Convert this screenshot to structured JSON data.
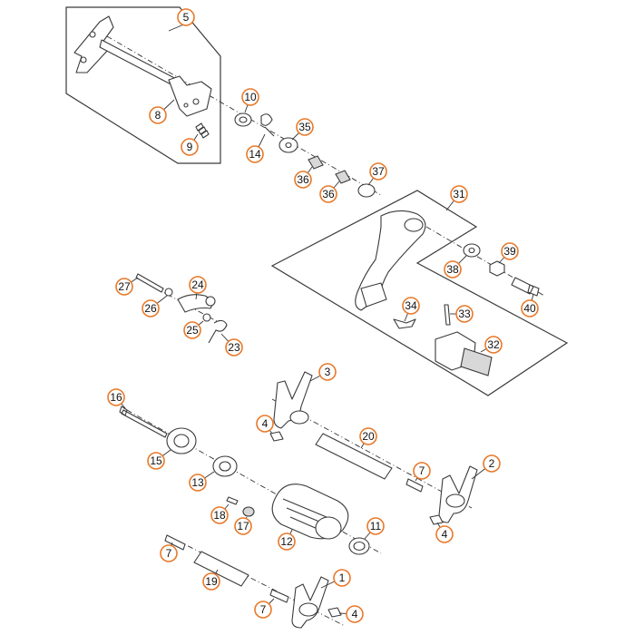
{
  "callouts": [
    {
      "id": "c1",
      "text": "1"
    },
    {
      "id": "c2",
      "text": "2"
    },
    {
      "id": "c3",
      "text": "3"
    },
    {
      "id": "c4a",
      "text": "4"
    },
    {
      "id": "c4b",
      "text": "4"
    },
    {
      "id": "c4c",
      "text": "4"
    },
    {
      "id": "c5",
      "text": "5"
    },
    {
      "id": "c7a",
      "text": "7"
    },
    {
      "id": "c7b",
      "text": "7"
    },
    {
      "id": "c7c",
      "text": "7"
    },
    {
      "id": "c8",
      "text": "8"
    },
    {
      "id": "c9",
      "text": "9"
    },
    {
      "id": "c10",
      "text": "10"
    },
    {
      "id": "c11",
      "text": "11"
    },
    {
      "id": "c12",
      "text": "12"
    },
    {
      "id": "c13",
      "text": "13"
    },
    {
      "id": "c14",
      "text": "14"
    },
    {
      "id": "c15",
      "text": "15"
    },
    {
      "id": "c16",
      "text": "16"
    },
    {
      "id": "c17",
      "text": "17"
    },
    {
      "id": "c18",
      "text": "18"
    },
    {
      "id": "c19",
      "text": "19"
    },
    {
      "id": "c20",
      "text": "20"
    },
    {
      "id": "c23",
      "text": "23"
    },
    {
      "id": "c24",
      "text": "24"
    },
    {
      "id": "c25",
      "text": "25"
    },
    {
      "id": "c26",
      "text": "26"
    },
    {
      "id": "c27",
      "text": "27"
    },
    {
      "id": "c31",
      "text": "31"
    },
    {
      "id": "c32",
      "text": "32"
    },
    {
      "id": "c33",
      "text": "33"
    },
    {
      "id": "c34",
      "text": "34"
    },
    {
      "id": "c35",
      "text": "35"
    },
    {
      "id": "c36a",
      "text": "36"
    },
    {
      "id": "c36b",
      "text": "36"
    },
    {
      "id": "c37",
      "text": "37"
    },
    {
      "id": "c38",
      "text": "38"
    },
    {
      "id": "c39",
      "text": "39"
    },
    {
      "id": "c40",
      "text": "40"
    }
  ],
  "colors": {
    "callout_ring": "#e8792a",
    "line": "#3a3a3a"
  }
}
